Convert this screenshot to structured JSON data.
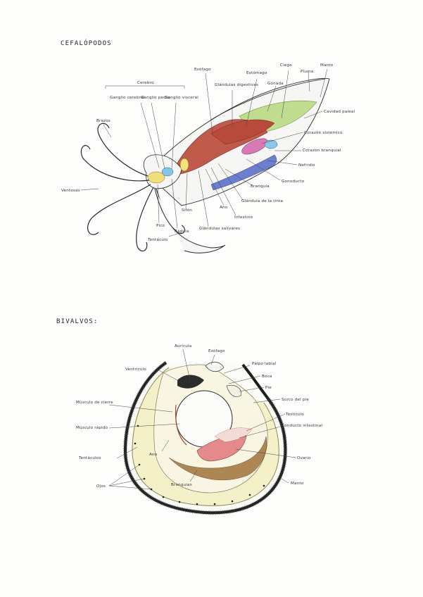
{
  "sections": {
    "cephalopods_title": "CEFALÓPODOS",
    "bivalves_title": "BIVALVOS:"
  },
  "cephalopod_labels": {
    "cerebro": "Cerebro",
    "ganglio_cerebral": "Ganglio cerebral",
    "ganglio_pedio": "Ganglio pedio",
    "ganglio_visceral": "Ganglio visceral",
    "brazos": "Brazos",
    "ventosas": "Ventosas",
    "esofago": "Esófago",
    "glandulas_digestivas": "Glándulas digestivas",
    "estomago": "Estómago",
    "ciego": "Ciego",
    "gonada": "Gónada",
    "pluma": "Pluma",
    "manto": "Manto",
    "cavidad_paleal": "Cavidad paleal",
    "corazon_sistemico": "Corazón sistémico",
    "corazon_branquial": "Corazón branquial",
    "nefridio": "Nefridio",
    "gonoducto": "Gonoducto",
    "branquia": "Branquia",
    "glandula_tinta": "Glándula de la tinta",
    "intestino": "Intestino",
    "ano": "Ano",
    "glandulas_salivares": "Glándulas salivares",
    "sifon": "Sifón",
    "radula": "Rádula",
    "pico": "Pico",
    "tentaculo": "Tentáculo"
  },
  "bivalve_labels": {
    "aurícula": "Aurícula",
    "esofago": "Esófago",
    "ventriculo": "Ventrículo",
    "palpo_labial": "Palpo labial",
    "boca": "Boca",
    "pie": "Pie",
    "surco_pie": "Surco del pie",
    "testiculo": "Testículo",
    "conducto_intestinal": "Conducto intestinal",
    "musculo_cierre": "Músculo de cierre",
    "musculo_rapido": "Músculo rápido",
    "ovario": "Ovario",
    "tentaculos": "Tentáculos",
    "ano": "Ano",
    "ojos": "Ojos",
    "branquias": "Branquias",
    "manto": "Manto"
  },
  "colors": {
    "esophagus": "#c0574f",
    "digestive": "#b4503f",
    "gonad": "#b9d98a",
    "heart": "#d46aa8",
    "nephridium": "#5a6fbf",
    "ganglia": "#7fc3e8",
    "beak": "#f1e27a",
    "mantle_bivalve": "#f3f0cf",
    "gills_bivalve": "#a67a45",
    "ovary": "#e38a8a"
  }
}
